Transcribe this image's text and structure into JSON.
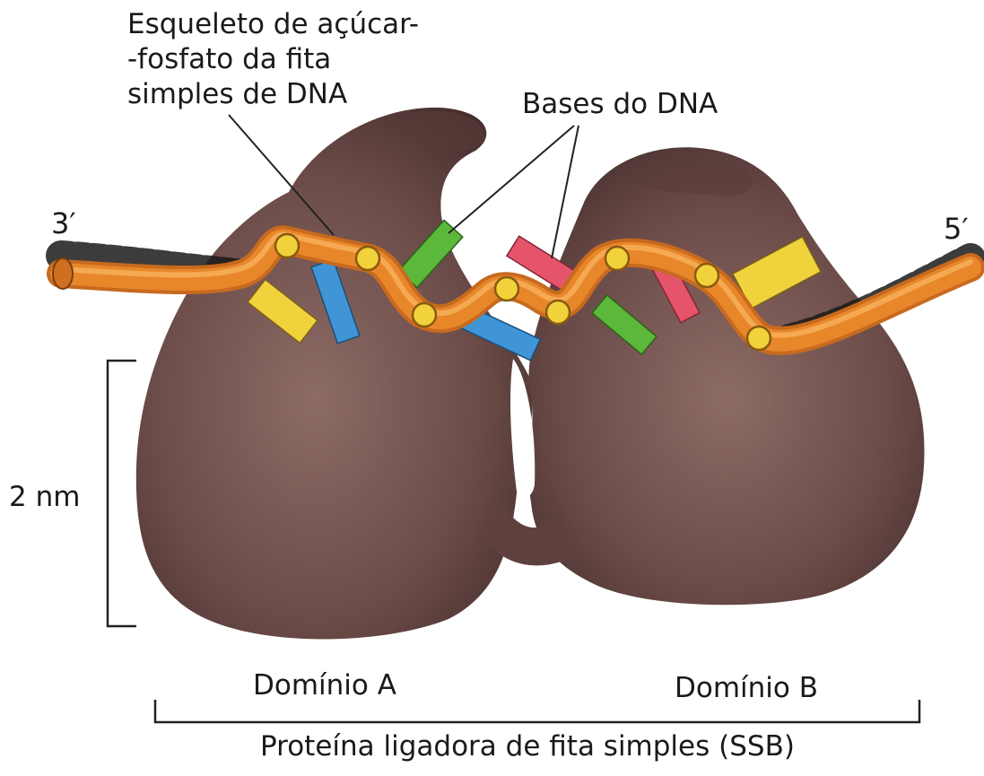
{
  "labels": {
    "backbone": [
      "Esqueleto de açúcar-",
      "-fosfato da fita",
      "simples de DNA"
    ],
    "bases": "Bases do DNA",
    "end_3": "3′",
    "end_5": "5′",
    "scale": "2 nm",
    "domain_a": "Domínio A",
    "domain_b": "Domínio B",
    "protein": "Proteína ligadora de fita simples (SSB)"
  },
  "colors": {
    "protein_body": "#6b4b48",
    "protein_light": "#8c6b66",
    "protein_dark": "#3f2a28",
    "dna_strand": "#e8872a",
    "dna_strand_light": "#f6b25c",
    "phosphate_circle": "#f2d23a",
    "base_yellow": "#f0d33c",
    "base_blue": "#3f95d6",
    "base_green": "#5bb83a",
    "base_red": "#e5546a",
    "lines": "#222222"
  }
}
